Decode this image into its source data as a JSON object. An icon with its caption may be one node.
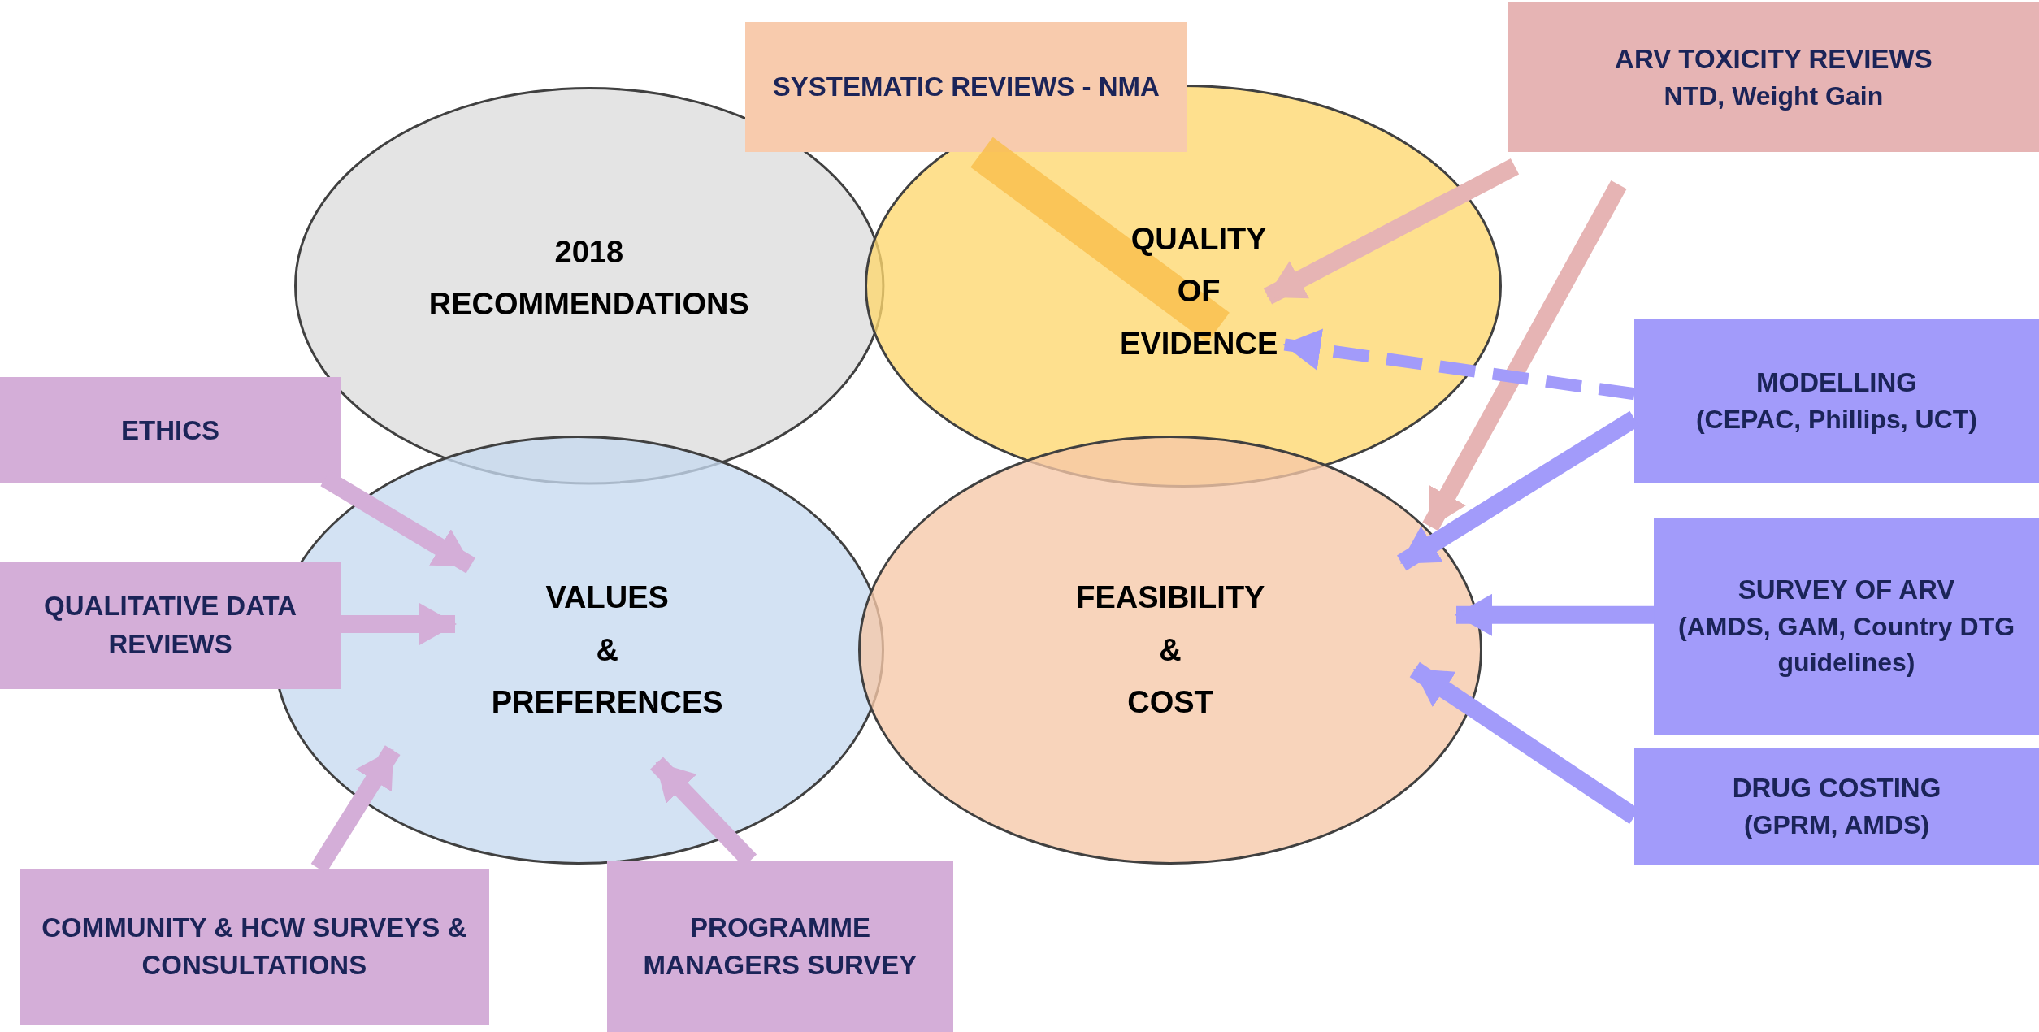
{
  "diagram": {
    "nodes": [
      {
        "text": [
          "2018 RECOMMENDATIONS"
        ]
      },
      {
        "text": [
          "QUALITY OF EVIDENCE"
        ]
      },
      {
        "text": [
          "VALUES & PREFERENCES"
        ]
      },
      {
        "text": [
          "FEASIBILITY & COST"
        ]
      },
      {
        "text": [
          "SYSTEMATIC REVIEWS - NMA"
        ]
      },
      {
        "text": [
          "ARV TOXICITY REVIEWS",
          "NTD, Weight Gain"
        ]
      },
      {
        "text": [
          "ETHICS"
        ]
      },
      {
        "text": [
          "MODELLING",
          "(CEPAC, Phillips, UCT)"
        ]
      },
      {
        "text": [
          "QUALITATIVE DATA REVIEWS"
        ]
      },
      {
        "text": [
          "SURVEY OF ARV",
          "(AMDS, GAM, Country DTG guidelines)"
        ]
      },
      {
        "text": [
          "DRUG COSTING",
          "(GPRM, AMDS)"
        ]
      },
      {
        "text": [
          "COMMUNITY & HCW SURVEYS & CONSULTATIONS"
        ]
      },
      {
        "text": [
          "PROGRAMME MANAGERS SURVEY"
        ]
      }
    ],
    "edges": [
      {
        "from": 4,
        "to": 1,
        "arrow": "none",
        "style": "thick",
        "color": "#f9c04f"
      },
      {
        "from": 5,
        "to": 1,
        "arrow": "to",
        "color": "#e6b4b4"
      },
      {
        "from": 5,
        "to": 3,
        "arrow": "to",
        "color": "#e6b4b4"
      },
      {
        "from": 7,
        "to": 1,
        "arrow": "to",
        "style": "dashed",
        "color": "#a29bfa"
      },
      {
        "from": 7,
        "to": 3,
        "arrow": "to",
        "color": "#a29bfa"
      },
      {
        "from": 9,
        "to": 3,
        "arrow": "to",
        "color": "#a29bfa"
      },
      {
        "from": 10,
        "to": 3,
        "arrow": "to",
        "color": "#a29bfa"
      },
      {
        "from": 6,
        "to": 2,
        "arrow": "to",
        "color": "#d4aed8"
      },
      {
        "from": 8,
        "to": 2,
        "arrow": "to",
        "color": "#d4aed8"
      },
      {
        "from": 11,
        "to": 2,
        "arrow": "to",
        "color": "#d4aed8"
      },
      {
        "from": 12,
        "to": 2,
        "arrow": "to",
        "color": "#d4aed8"
      }
    ]
  }
}
